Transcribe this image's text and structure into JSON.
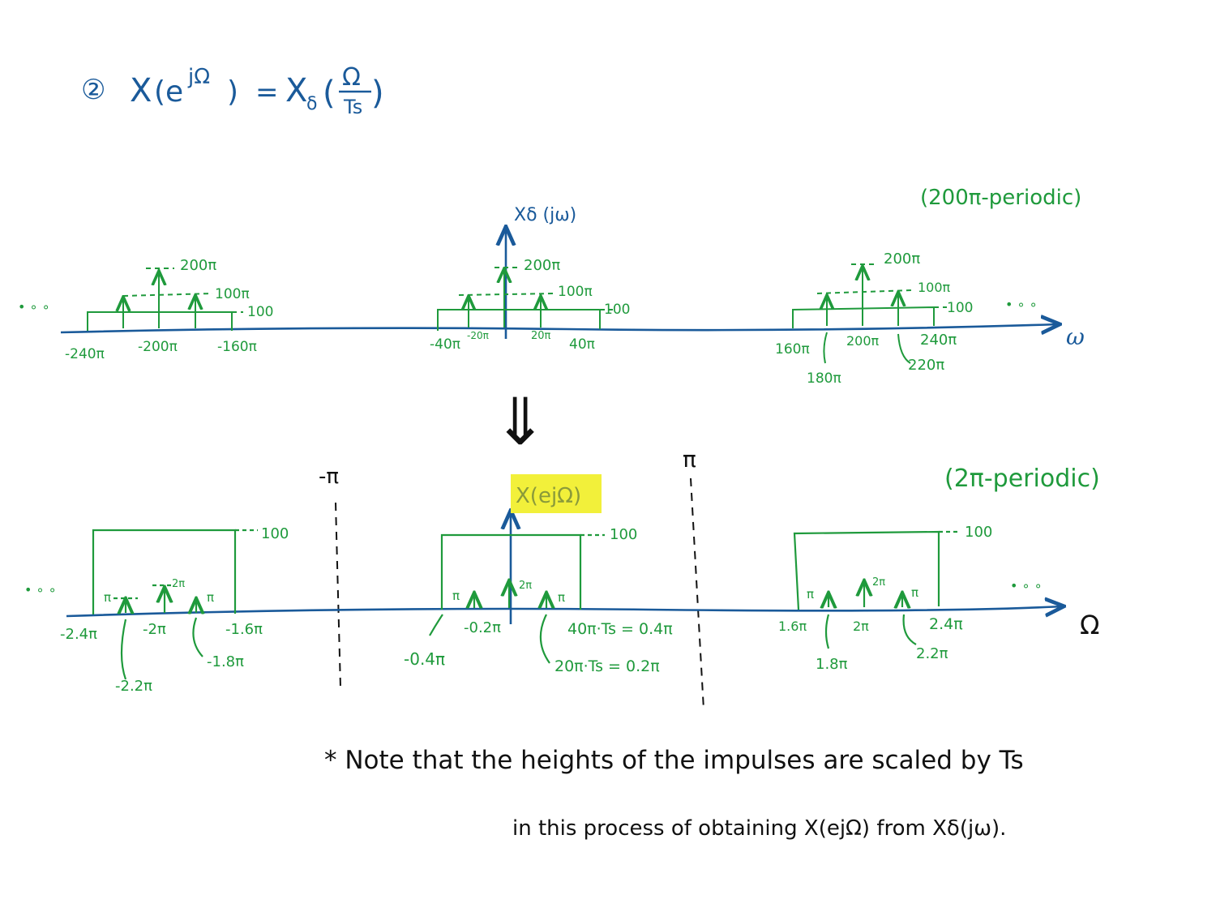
{
  "title": {
    "number": "②",
    "lhs_X": "X",
    "lhs_paren_open": "(e",
    "lhs_sup": "jΩ",
    "lhs_paren_close": ")",
    "eq": "=",
    "rhs_X": "X",
    "rhs_sub": "δ",
    "rhs_open": "(",
    "frac_num": "Ω",
    "frac_den": "Ts",
    "rhs_close": ")"
  },
  "top_plot": {
    "axis_label": "Xδ (jω)",
    "var": "ω",
    "periodic_note": "(200π-periodic)",
    "dots_left": "• ∘ ∘",
    "dots_right": "• ∘ ∘",
    "level_100": "100",
    "groups": [
      {
        "peak": "200π",
        "mid": "100π",
        "level": "100",
        "t1": "-240π",
        "t2": "-200π",
        "t3": "-160π"
      },
      {
        "peak": "200π",
        "mid": "100π",
        "level": "100",
        "t1": "-40π",
        "t2": "-20π",
        "t3": "20π",
        "t4": "40π"
      },
      {
        "peak": "200π",
        "mid": "100π",
        "level": "100",
        "t1": "160π",
        "t2": "180π",
        "t3": "200π",
        "t4": "220π",
        "t5": "240π"
      }
    ]
  },
  "arrow": "⇓",
  "bottom_plot": {
    "axis_label": "X(ejΩ)",
    "var": "Ω",
    "periodic_note": "(2π-periodic)",
    "neg_pi": "-π",
    "pos_pi": "π",
    "dots_left": "• ∘ ∘",
    "dots_right": "• ∘ ∘",
    "groups": [
      {
        "level": "100",
        "imp_small": "π",
        "imp_peak": "2π",
        "imp_small2": "π",
        "t1": "-2.4π",
        "t2": "-2.2π",
        "t3": "-2π",
        "t4": "-1.8π",
        "t5": "-1.6π"
      },
      {
        "level": "100",
        "imp_small": "π",
        "imp_peak": "2π",
        "imp_small2": "π",
        "t1": "-0.4π",
        "t2": "-0.2π",
        "t3": "40π·Ts = 0.4π",
        "t4": "20π·Ts = 0.2π"
      },
      {
        "level": "100",
        "imp_small": "π",
        "imp_peak": "2π",
        "imp_small2": "π",
        "t1": "1.6π",
        "t2": "1.8π",
        "t3": "2π",
        "t4": "2.2π",
        "t5": "2.4π"
      }
    ]
  },
  "note": {
    "line1": "* Note that the heights of the impulses are scaled by Ts",
    "line2": "in this process of obtaining X(ejΩ) from Xδ(jω)."
  },
  "colors": {
    "blue": "#1a5a9a",
    "green": "#1f9a3c",
    "highlight": "#f2f03a",
    "black": "#111111"
  }
}
